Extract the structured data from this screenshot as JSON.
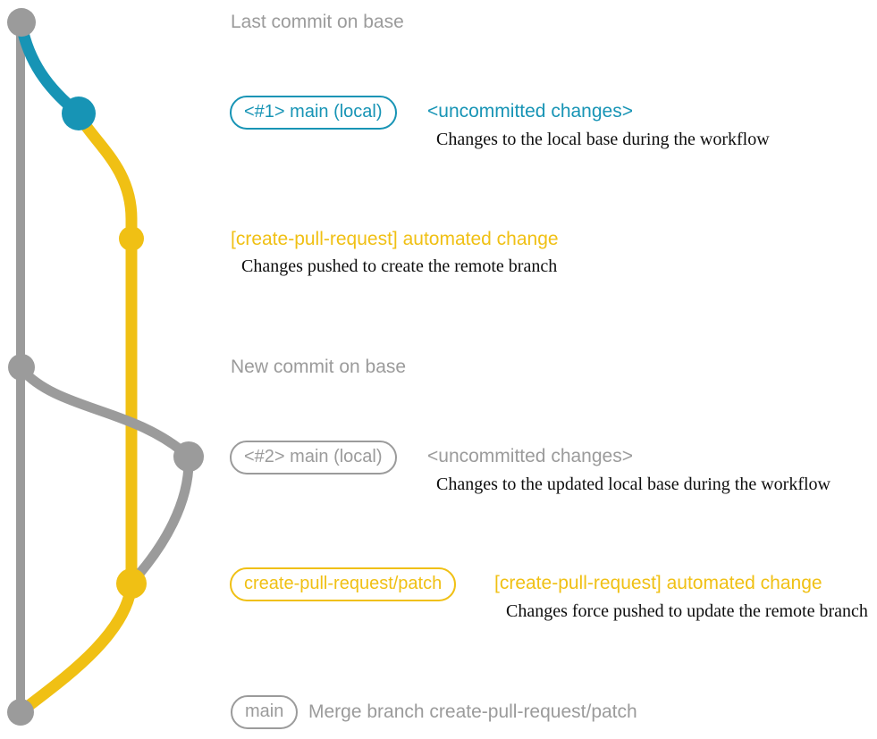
{
  "colors": {
    "teal": "#1794B5",
    "yellow": "#F0C014",
    "gray": "#9B9B9B",
    "ink": "#0E0E0E",
    "background": "#FFFFFF"
  },
  "graph": {
    "branches": [
      {
        "name": "base",
        "color_key": "gray"
      },
      {
        "name": "local-main",
        "color_key": "teal"
      },
      {
        "name": "create-pull-request-patch",
        "color_key": "yellow"
      },
      {
        "name": "rebased-local-main",
        "color_key": "gray"
      }
    ],
    "commits": [
      {
        "name": "last-commit-on-base",
        "color_key": "gray"
      },
      {
        "name": "local-uncommitted-1",
        "color_key": "teal"
      },
      {
        "name": "automated-change-1",
        "color_key": "yellow"
      },
      {
        "name": "new-commit-on-base",
        "color_key": "gray"
      },
      {
        "name": "local-uncommitted-2",
        "color_key": "gray"
      },
      {
        "name": "automated-change-2",
        "color_key": "yellow"
      },
      {
        "name": "merge-commit",
        "color_key": "gray"
      }
    ]
  },
  "annotations": {
    "row1": {
      "title": "Last commit on base"
    },
    "row2": {
      "badge": "<#1> main (local)",
      "heading": "<uncommitted changes>",
      "description": "Changes to the local base during the workflow"
    },
    "row3": {
      "heading": "[create-pull-request] automated change",
      "description": "Changes pushed to create the remote branch"
    },
    "row4": {
      "title": "New commit on base"
    },
    "row5": {
      "badge": "<#2> main (local)",
      "heading": "<uncommitted changes>",
      "description": "Changes to the updated local base during the workflow"
    },
    "row6": {
      "badge": "create-pull-request/patch",
      "heading": "[create-pull-request] automated change",
      "description": "Changes force pushed to update the remote branch"
    },
    "row7": {
      "badge": "main",
      "message": "Merge branch create-pull-request/patch"
    }
  }
}
